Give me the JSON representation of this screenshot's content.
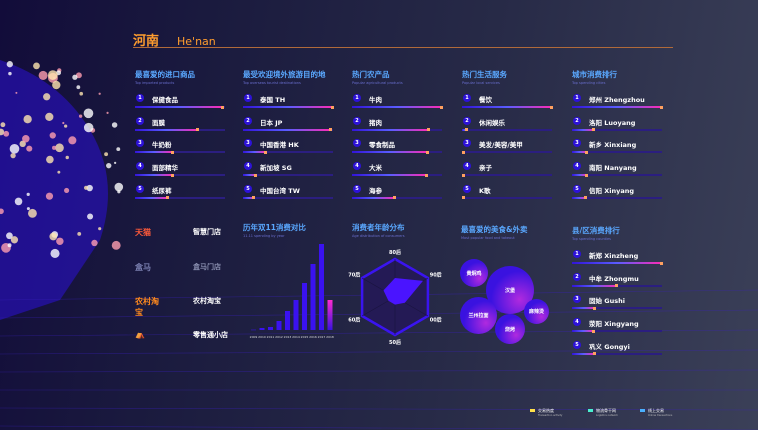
{
  "header": {
    "title_cn": "河南",
    "title_en": "He'nan"
  },
  "lists": [
    {
      "title": "最喜爱的进口商品",
      "subtitle": "Top imported products",
      "items": [
        {
          "rank": "1",
          "label": "保健食品",
          "share": 0.98
        },
        {
          "rank": "2",
          "label": "面膜",
          "share": 0.7
        },
        {
          "rank": "3",
          "label": "牛奶粉",
          "share": 0.42
        },
        {
          "rank": "4",
          "label": "面部精华",
          "share": 0.42
        },
        {
          "rank": "5",
          "label": "纸尿裤",
          "share": 0.37
        }
      ]
    },
    {
      "title": "最受欢迎境外旅游目的地",
      "subtitle": "Top overseas tourist destinations",
      "items": [
        {
          "rank": "1",
          "label": "泰国 TH",
          "share": 1.0
        },
        {
          "rank": "2",
          "label": "日本 JP",
          "share": 0.98
        },
        {
          "rank": "3",
          "label": "中国香港 HK",
          "share": 0.25
        },
        {
          "rank": "4",
          "label": "新加坡 SG",
          "share": 0.14
        },
        {
          "rank": "5",
          "label": "中国台湾 TW",
          "share": 0.12
        }
      ]
    },
    {
      "title": "热门农产品",
      "subtitle": "Popular agricultural products",
      "items": [
        {
          "rank": "1",
          "label": "牛肉",
          "share": 1.0
        },
        {
          "rank": "2",
          "label": "猪肉",
          "share": 0.85
        },
        {
          "rank": "3",
          "label": "零食制品",
          "share": 0.84
        },
        {
          "rank": "4",
          "label": "大米",
          "share": 0.83
        },
        {
          "rank": "5",
          "label": "海参",
          "share": 0.48
        }
      ]
    },
    {
      "title": "热门生活服务",
      "subtitle": "Popular local services",
      "items": [
        {
          "rank": "1",
          "label": "餐饮",
          "share": 1.0
        },
        {
          "rank": "2",
          "label": "休闲娱乐",
          "share": 0.06
        },
        {
          "rank": "3",
          "label": "美发/美容/美甲",
          "share": 0.02
        },
        {
          "rank": "4",
          "label": "亲子",
          "share": 0.01
        },
        {
          "rank": "5",
          "label": "K歌",
          "share": 0.01
        }
      ]
    },
    {
      "title": "城市消费排行",
      "subtitle": "Top spending cities",
      "items": [
        {
          "rank": "1",
          "label": "郑州 Zhengzhou",
          "share": 1.0
        },
        {
          "rank": "2",
          "label": "洛阳 Luoyang",
          "share": 0.24
        },
        {
          "rank": "3",
          "label": "新乡 Xinxiang",
          "share": 0.17
        },
        {
          "rank": "4",
          "label": "南阳 Nanyang",
          "share": 0.17
        },
        {
          "rank": "5",
          "label": "信阳 Xinyang",
          "share": 0.16
        }
      ]
    }
  ],
  "stores": [
    {
      "logo": "天猫",
      "name": "智慧门店",
      "color": "#ff5a3a"
    },
    {
      "logo": "盒马",
      "name": "盒马门店",
      "color": "#7a7fb0"
    },
    {
      "logo": "农村淘宝",
      "name": "农村淘宝",
      "color": "#ff8a1e"
    },
    {
      "logo": "⛺",
      "name": "零售通小店",
      "color": "#ff5a3a"
    }
  ],
  "chart_data": [
    {
      "type": "bar",
      "title": "历年双11消费对比",
      "subtitle": "11.11 spending by year",
      "categories": [
        "2009",
        "2010",
        "2011",
        "2012",
        "2013",
        "2014",
        "2015",
        "2016",
        "2017",
        "2018"
      ],
      "values": [
        0.3,
        2,
        3,
        9,
        19,
        30,
        47,
        66,
        86,
        30
      ],
      "ylim": [
        0,
        90
      ]
    },
    {
      "type": "radar",
      "title": "消费者年龄分布",
      "subtitle": "Age distribution of consumers",
      "categories": [
        "80后",
        "90后",
        "00后",
        "50后",
        "60后",
        "70后"
      ],
      "values": [
        0.5,
        0.85,
        0.3,
        0.2,
        0.2,
        0.35
      ]
    }
  ],
  "food": {
    "title": "最喜爱的美食&外卖",
    "subtitle": "Most popular food and takeout",
    "items": [
      "黄焖鸡",
      "汉堡",
      "兰州拉面",
      "烧烤",
      "麻辣烫"
    ]
  },
  "counties": {
    "title": "县/区消费排行",
    "subtitle": "Top spending counties",
    "items": [
      {
        "rank": "1",
        "label": "新郑 Xinzheng",
        "share": 1.0
      },
      {
        "rank": "2",
        "label": "中牟 Zhongmu",
        "share": 0.5
      },
      {
        "rank": "3",
        "label": "固始 Gushi",
        "share": 0.26
      },
      {
        "rank": "4",
        "label": "荥阳 Xingyang",
        "share": 0.24
      },
      {
        "rank": "5",
        "label": "巩义 Gongyi",
        "share": 0.25
      }
    ]
  },
  "legend": [
    {
      "label": "交易热度",
      "sub": "Transaction activity",
      "color": "#ffe14a"
    },
    {
      "label": "物流骨干网",
      "sub": "Logistics network",
      "color": "#4af0d0"
    },
    {
      "label": "线上交易",
      "sub": "Online transactions",
      "color": "#4ab0ff"
    }
  ]
}
